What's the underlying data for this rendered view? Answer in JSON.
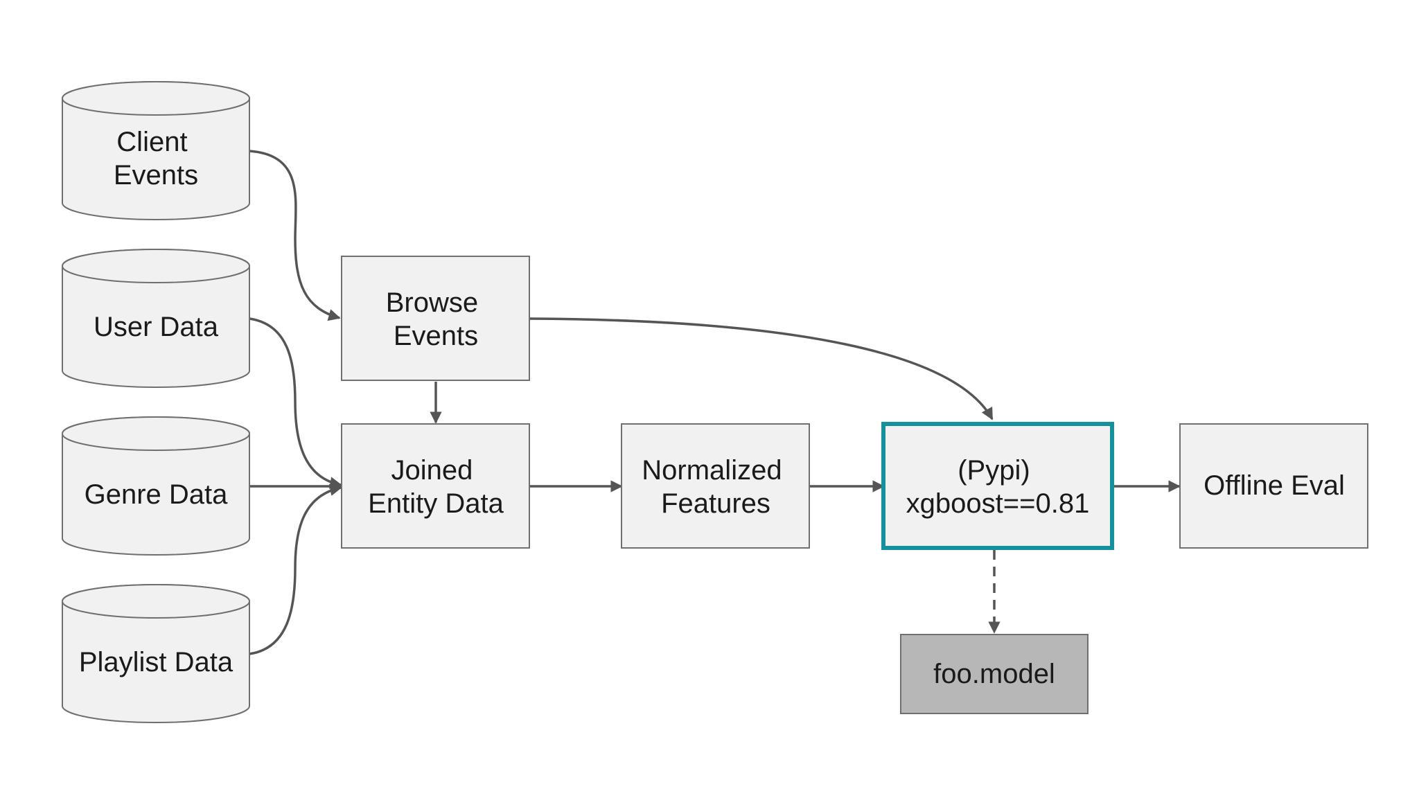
{
  "diagram": {
    "sources": [
      {
        "id": "client-events",
        "lines": [
          "Client",
          "Events"
        ]
      },
      {
        "id": "user-data",
        "lines": [
          "User Data"
        ]
      },
      {
        "id": "genre-data",
        "lines": [
          "Genre Data"
        ]
      },
      {
        "id": "playlist-data",
        "lines": [
          "Playlist Data"
        ]
      }
    ],
    "nodes": {
      "browse_events": {
        "lines": [
          "Browse",
          "Events"
        ]
      },
      "joined_entity_data": {
        "lines": [
          "Joined",
          "Entity Data"
        ]
      },
      "normalized_features": {
        "lines": [
          "Normalized",
          "Features"
        ]
      },
      "xgboost": {
        "lines": [
          "(Pypi)",
          "xgboost==0.81"
        ]
      },
      "offline_eval": {
        "lines": [
          "Offline Eval"
        ]
      },
      "foo_model": {
        "lines": [
          "foo.model"
        ]
      }
    },
    "colors": {
      "node_fill": "#f1f1f1",
      "node_border": "#6f6f6f",
      "highlight_border": "#14919b",
      "artifact_fill": "#b7b7b7",
      "edge": "#555555"
    },
    "edges": [
      {
        "from": "client-events",
        "to": "browse-events",
        "style": "solid"
      },
      {
        "from": "user-data",
        "to": "joined-entity-data",
        "style": "solid"
      },
      {
        "from": "genre-data",
        "to": "joined-entity-data",
        "style": "solid"
      },
      {
        "from": "playlist-data",
        "to": "joined-entity-data",
        "style": "solid"
      },
      {
        "from": "browse-events",
        "to": "joined-entity-data",
        "style": "solid"
      },
      {
        "from": "browse-events",
        "to": "xgboost",
        "style": "solid"
      },
      {
        "from": "joined-entity-data",
        "to": "normalized-features",
        "style": "solid"
      },
      {
        "from": "normalized-features",
        "to": "xgboost",
        "style": "solid"
      },
      {
        "from": "xgboost",
        "to": "offline-eval",
        "style": "solid"
      },
      {
        "from": "xgboost",
        "to": "foo-model",
        "style": "dashed"
      }
    ]
  }
}
